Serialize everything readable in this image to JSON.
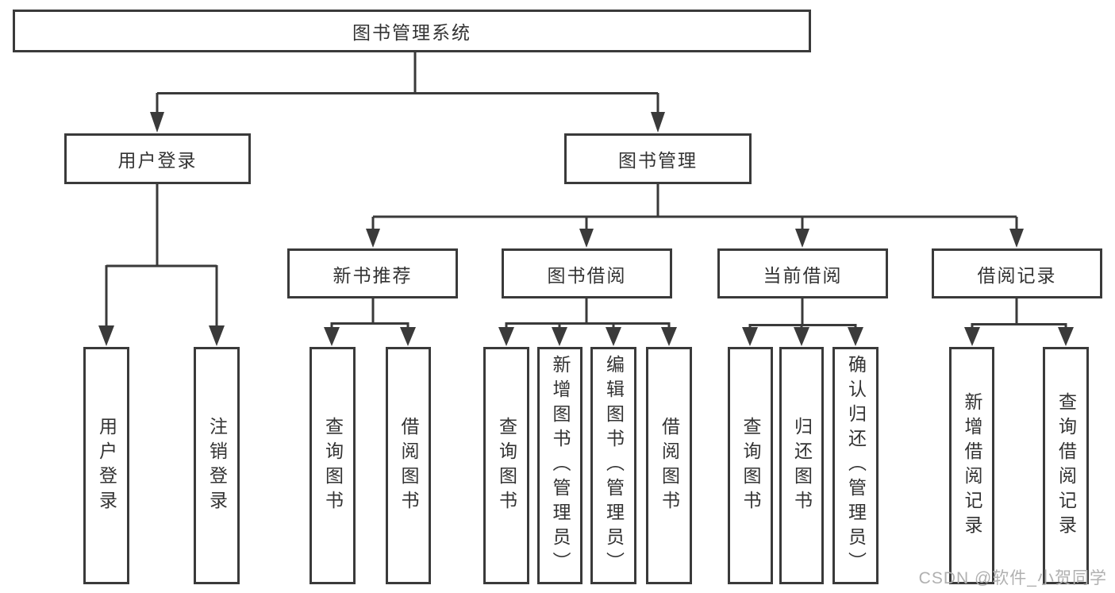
{
  "diagram": {
    "title": "图书管理系统",
    "root": {
      "label": "图书管理系统",
      "children": [
        {
          "label": "用户登录",
          "children": [
            {
              "label": "用户登录"
            },
            {
              "label": "注销登录"
            }
          ]
        },
        {
          "label": "图书管理",
          "children": [
            {
              "label": "新书推荐",
              "children": [
                {
                  "label": "查询图书"
                },
                {
                  "label": "借阅图书"
                }
              ]
            },
            {
              "label": "图书借阅",
              "children": [
                {
                  "label": "查询图书"
                },
                {
                  "label": "新增图书（管理员）"
                },
                {
                  "label": "编辑图书（管理员）"
                },
                {
                  "label": "借阅图书"
                }
              ]
            },
            {
              "label": "当前借阅",
              "children": [
                {
                  "label": "查询图书"
                },
                {
                  "label": "归还图书"
                },
                {
                  "label": "确认归还（管理员）"
                }
              ]
            },
            {
              "label": "借阅记录",
              "children": [
                {
                  "label": "新增借阅记录"
                },
                {
                  "label": "查询借阅记录"
                }
              ]
            }
          ]
        }
      ]
    }
  },
  "watermark": {
    "text": "CSDN @软件_小贺同学"
  },
  "colors": {
    "line": "#3a3a3a",
    "box_border": "#3a3a3a",
    "text": "#333333",
    "watermark": "#b0b0b0",
    "background": "#ffffff"
  }
}
